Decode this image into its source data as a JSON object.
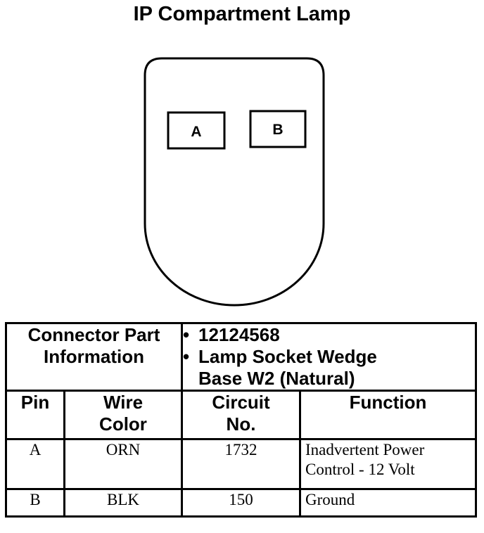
{
  "title": "IP Compartment Lamp",
  "connector": {
    "pins": [
      "A",
      "B"
    ]
  },
  "table": {
    "part_info_label_line1": "Connector Part",
    "part_info_label_line2": "Information",
    "part_number": "12124568",
    "part_desc_line1": "Lamp Socket Wedge",
    "part_desc_line2": "Base W2 (Natural)",
    "headers": {
      "pin": "Pin",
      "wire_color_line1": "Wire",
      "wire_color_line2": "Color",
      "circuit_line1": "Circuit",
      "circuit_line2": "No.",
      "function": "Function"
    },
    "rows": [
      {
        "pin": "A",
        "wire_color": "ORN",
        "circuit": "1732",
        "function_line1": "Inadvertent Power",
        "function_line2": "Control - 12 Volt"
      },
      {
        "pin": "B",
        "wire_color": "BLK",
        "circuit": "150",
        "function_line1": "Ground"
      }
    ]
  }
}
